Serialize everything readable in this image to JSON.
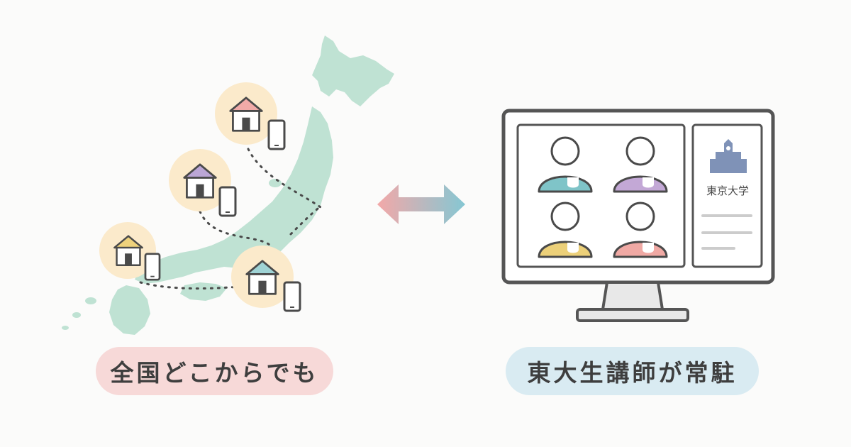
{
  "left_caption": "全国どこからでも",
  "right_caption": "東大生講師が常駐",
  "panel": {
    "university_name": "東京大学"
  },
  "icons": {
    "map": "japan-map",
    "home": "house-icon",
    "phone": "smartphone-icon",
    "arrow": "double-arrow-icon",
    "monitor": "monitor-icon",
    "tutor": "person-icon",
    "campus": "university-building-icon"
  },
  "colors": {
    "map": "#bfe2d3",
    "map_shadow": "#a9d7c4",
    "house_circle": "#fbeacb",
    "house_roofs": [
      "#f1aaa8",
      "#bba6d6",
      "#eed27c",
      "#9fd3d5"
    ],
    "tutor_shirts": [
      "#7fc4c8",
      "#c3a8d6",
      "#ecd079",
      "#f0a9a4"
    ],
    "arrow_left": "#f3a8a8",
    "arrow_right": "#85c7d3",
    "outline": "#4a4a4a",
    "campus_blue": "#7f92b7"
  }
}
